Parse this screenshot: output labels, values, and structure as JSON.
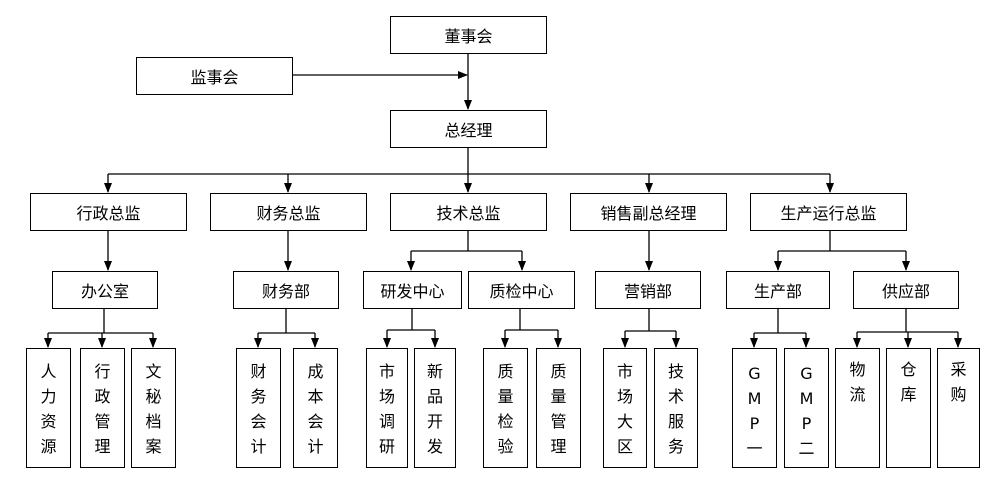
{
  "org": {
    "board": "董事会",
    "supervisory": "监事会",
    "gm": "总经理",
    "directors": [
      {
        "name": "行政总监",
        "units": [
          {
            "name": "办公室",
            "teams": [
              "人力资源",
              "行政管理",
              "文秘档案"
            ]
          }
        ]
      },
      {
        "name": "财务总监",
        "units": [
          {
            "name": "财务部",
            "teams": [
              "财务会计",
              "成本会计"
            ]
          }
        ]
      },
      {
        "name": "技术总监",
        "units": [
          {
            "name": "研发中心",
            "teams": [
              "市场调研",
              "新品开发"
            ]
          },
          {
            "name": "质检中心",
            "teams": [
              "质量检验",
              "质量管理"
            ]
          }
        ]
      },
      {
        "name": "销售副总经理",
        "units": [
          {
            "name": "营销部",
            "teams": [
              "市场大区",
              "技术服务"
            ]
          }
        ]
      },
      {
        "name": "生产运行总监",
        "units": [
          {
            "name": "生产部",
            "teams": [
              "GMP一",
              "GMP二"
            ]
          },
          {
            "name": "供应部",
            "teams": [
              "物流",
              "仓库",
              "采购"
            ]
          }
        ]
      }
    ]
  }
}
